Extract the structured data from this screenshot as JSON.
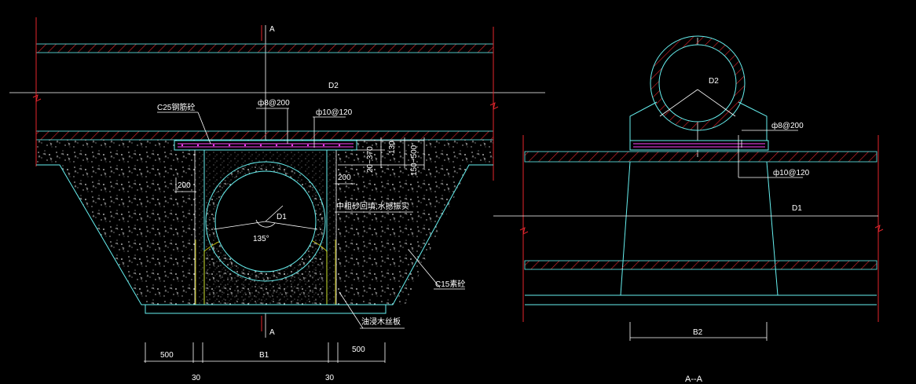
{
  "title": "",
  "colors": {
    "background": "#000000",
    "white": "#ffffff",
    "red": "#e3262d",
    "cyan": "#66f0f0",
    "magenta": "#ff44ff",
    "yellow": "#e8e000"
  },
  "left_section": {
    "top_marker": "A",
    "bottom_marker": "A",
    "pipe_d2": "D2",
    "rebar_top": "ф8@200",
    "rebar_top2": "ф10@120",
    "c25": "C25钢筋砼",
    "dim_130": "130",
    "dim_20_370": "20~370",
    "dim_150_500": "150~500",
    "dim_200_left": "200",
    "dim_200_right": "200",
    "pipe_d1": "D1",
    "angle": "135°",
    "sand_note": "中粗砂回填,水撼振实",
    "c15": "C15素砼",
    "pillar_note": "油浸木丝板",
    "dim_500_left": "500",
    "dim_b1": "B1",
    "dim_500_right": "500",
    "dim_30_left": "30",
    "dim_30_right": "30"
  },
  "right_section": {
    "pipe_d2": "D2",
    "rebar_top": "ф8@200",
    "rebar_bottom": "ф10@120",
    "pipe_d1": "D1",
    "dim_b2": "B2",
    "section_title": "A--A"
  }
}
